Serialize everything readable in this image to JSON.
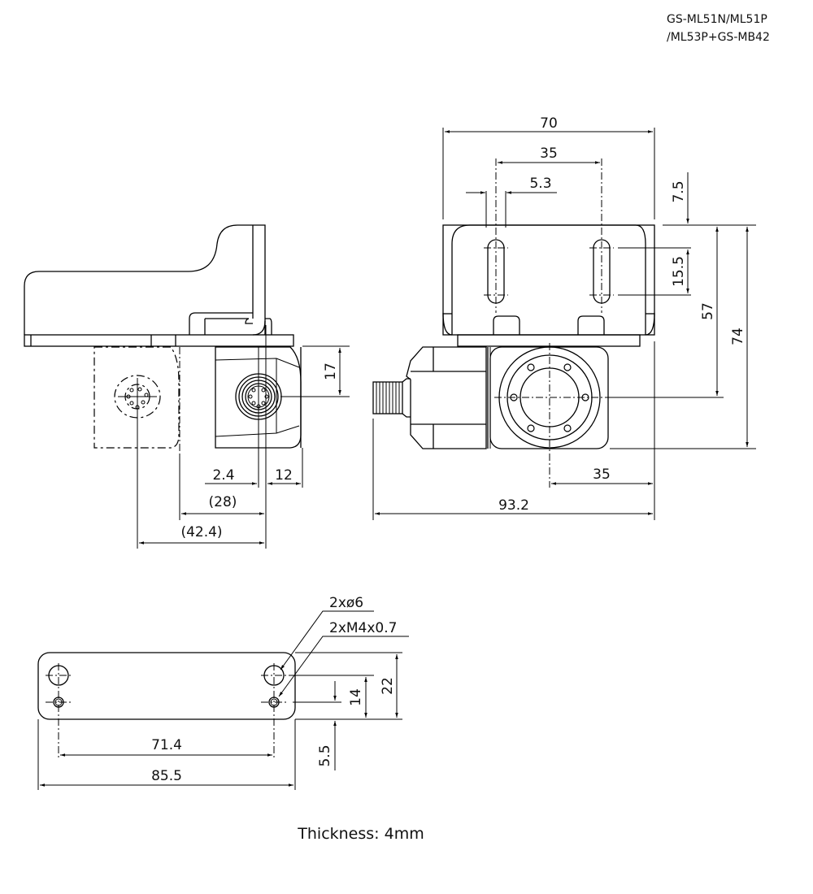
{
  "drawing": {
    "model_line1": "GS-ML51N/ML51P",
    "model_line2": "/ML53P+GS-MB42",
    "thickness_note": "Thickness: 4mm",
    "units": "mm"
  },
  "front_view": {
    "dimensions": {
      "overall_width": "70",
      "slot_pitch": "35",
      "slot_width": "5.3",
      "top_offset": "7.5",
      "slot_length": "15.5",
      "center_height": "57",
      "overall_height": "74",
      "center_to_edge": "35",
      "overall_length": "93.2"
    }
  },
  "side_view": {
    "dimensions": {
      "connector_height": "17",
      "offset_2_4": "2.4",
      "depth_12": "12",
      "ref_28": "(28)",
      "ref_42_4": "(42.4)"
    }
  },
  "plate_view": {
    "callouts": {
      "through_hole": "2xø6",
      "tapped_hole": "2xM4x0.7"
    },
    "dimensions": {
      "hole_pitch": "71.4",
      "plate_length": "85.5",
      "plate_width": "22",
      "hole_row_pitch": "14",
      "edge_offset": "5.5"
    }
  }
}
